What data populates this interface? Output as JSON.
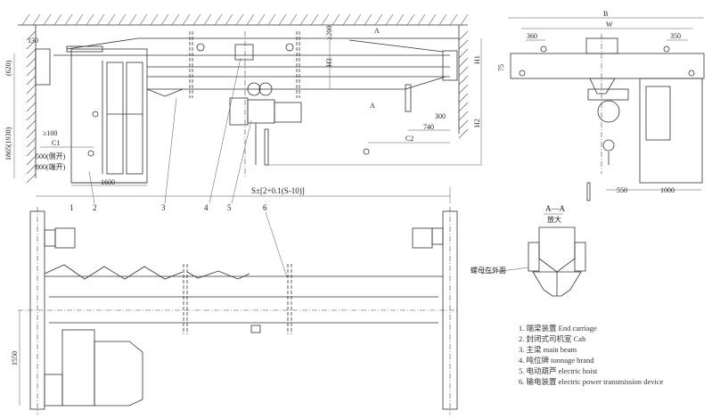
{
  "colors": {
    "line": "#333333",
    "background": "#ffffff"
  },
  "elevation": {
    "dims": {
      "d130": "130",
      "d620": "(620)",
      "d1865": "1865(1930)",
      "d100": "≥100",
      "c1": "C1",
      "side_open": "500(侧开)",
      "end_open": "800(端开)",
      "d1600": "1600",
      "d200": "≥200",
      "h3": "H3",
      "h1": "H1",
      "h2": "H2",
      "d300": "300",
      "d740": "740",
      "c2": "C2",
      "span": "S±[2+0.1(S-10)]",
      "section_mark": "A"
    },
    "callouts": [
      "1",
      "2",
      "3",
      "4",
      "5",
      "6"
    ]
  },
  "side_view": {
    "dims": {
      "b": "B",
      "w": "W",
      "d360": "360",
      "d350": "350",
      "d75": "75",
      "d550": "550",
      "d1000": "1000"
    }
  },
  "plan_view": {
    "dims": {
      "d1550": "1550"
    }
  },
  "section": {
    "title": "A—A",
    "subtitle": "放大",
    "note": "螺母在外面"
  },
  "legend": [
    "1. 端梁装置 End carriage",
    "2. 封闭式司机室 Cab",
    "3. 主梁 main beam",
    "4. 吨位牌 tonnage brand",
    "5. 电动葫芦 electric hoist",
    "6. 输电装置 electric power transmission device"
  ]
}
